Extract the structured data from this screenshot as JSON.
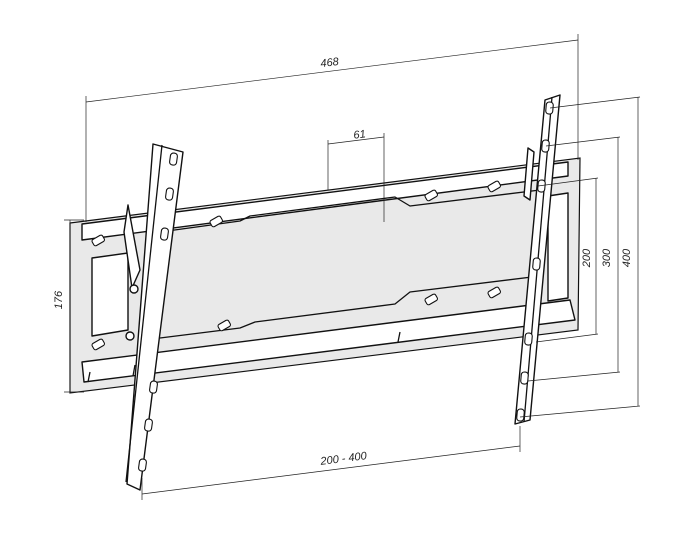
{
  "dimensions": {
    "overall_width": "468",
    "center_offset": "61",
    "bracket_height": "176",
    "horizontal_spacing": "200 - 400",
    "vertical_200": "200",
    "vertical_300": "300",
    "vertical_400": "400"
  },
  "colors": {
    "line": "#111111",
    "shade": "#e9e9e9",
    "background": "#ffffff"
  }
}
